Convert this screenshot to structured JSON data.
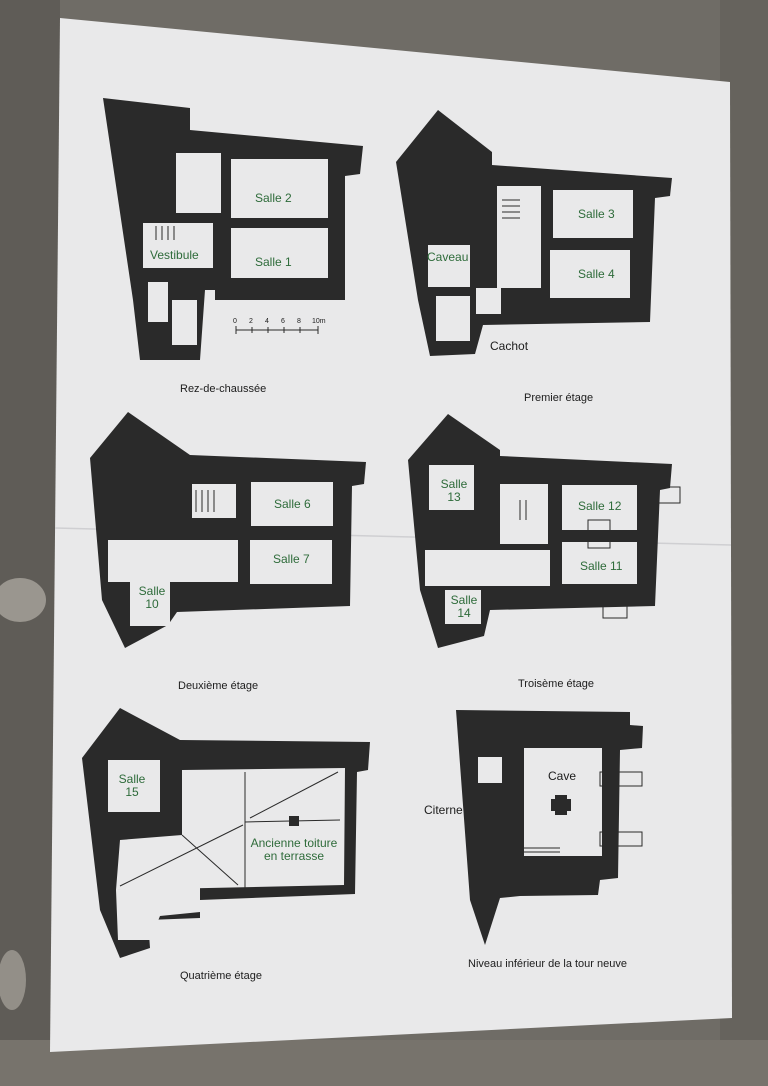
{
  "sheet": {
    "paper_color": "#e9e9ea",
    "wall_color": "#2a2a2a",
    "label_color": "#2e6b3a",
    "caption_color": "#1c1c1c"
  },
  "floors": [
    {
      "caption": "Rez-de-chaussée",
      "rooms": [
        "Salle 2",
        "Vestibule",
        "Salle 1"
      ]
    },
    {
      "caption": "Premier étage",
      "rooms": [
        "Salle 3",
        "Caveau",
        "Salle 4",
        "Cachot"
      ]
    },
    {
      "caption": "Deuxième étage",
      "rooms": [
        "Salle 6",
        "Salle 7",
        "Salle 10"
      ]
    },
    {
      "caption": "Troisème étage",
      "rooms": [
        "Salle 13",
        "Salle 12",
        "Salle 11",
        "Salle 14"
      ]
    },
    {
      "caption": "Quatrième étage",
      "rooms": [
        "Salle 15",
        "Ancienne toiture en terrasse"
      ]
    },
    {
      "caption": "Niveau inférieur de la tour neuve",
      "rooms": [
        "Cave",
        "Citerne"
      ]
    }
  ],
  "scale_bar": {
    "ticks": [
      "0",
      "2",
      "4",
      "6",
      "8",
      "10m"
    ]
  }
}
